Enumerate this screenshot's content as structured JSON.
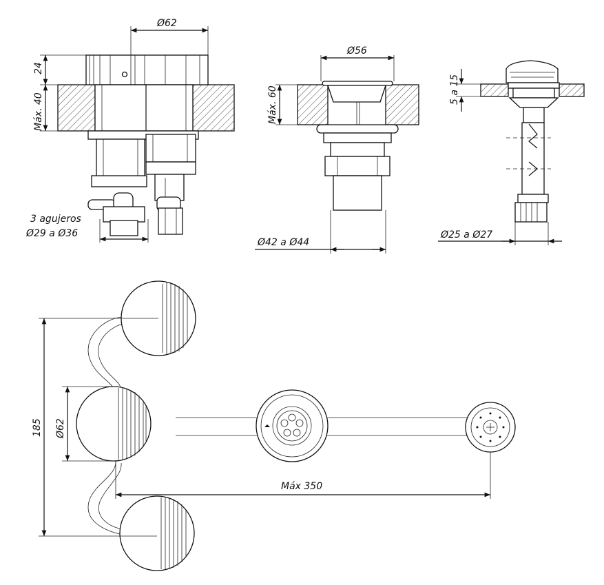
{
  "labels": {
    "d62_top": "Ø62",
    "h24": "24",
    "max40": "Máx. 40",
    "holes": "3 agujeros",
    "d29_36": "Ø29 a Ø36",
    "d56": "Ø56",
    "max60": "Máx. 60",
    "d42_44": "Ø42 a Ø44",
    "r5_15": "5 a 15",
    "d25_27": "Ø25 a Ø27",
    "h185": "185",
    "d62_plan": "Ø62",
    "max350": "Máx 350"
  },
  "colors": {
    "line": "#111111",
    "background": "#ffffff"
  }
}
